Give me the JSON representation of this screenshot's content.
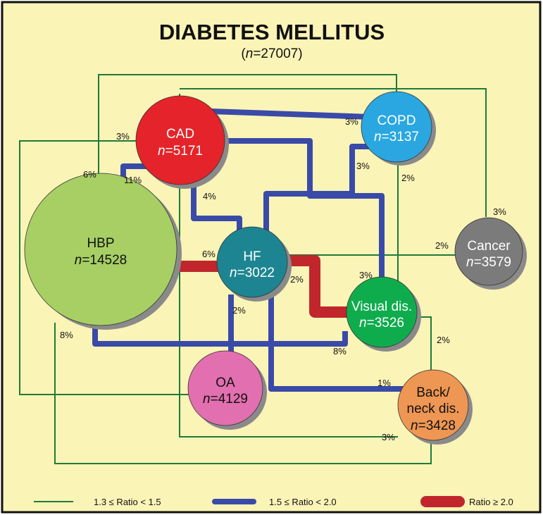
{
  "title": "DIABETES MELLITUS",
  "subtitle": {
    "prefix": "(",
    "n": "n",
    "eq": "=27007)"
  },
  "nodes": [
    {
      "id": "hbp",
      "name": "HBP",
      "n": "n",
      "count": "=14528",
      "color": "#a7cf64",
      "text_color": "#111111"
    },
    {
      "id": "cad",
      "name": "CAD",
      "n": "n",
      "count": "=5171",
      "color": "#e5232a",
      "text_color": "#ffffff"
    },
    {
      "id": "copd",
      "name": "COPD",
      "n": "n",
      "count": "=3137",
      "color": "#2aa7e1",
      "text_color": "#ffffff"
    },
    {
      "id": "hf",
      "name": "HF",
      "n": "n",
      "count": "=3022",
      "color": "#1d8591",
      "text_color": "#ffffff"
    },
    {
      "id": "cancer",
      "name": "Cancer",
      "n": "n",
      "count": "=3579",
      "color": "#7b7b7b",
      "text_color": "#ffffff"
    },
    {
      "id": "visual",
      "name": "Visual dis.",
      "n": "n",
      "count": "=3526",
      "color": "#0fac4e",
      "text_color": "#ffffff"
    },
    {
      "id": "oa",
      "name": "OA",
      "n": "n",
      "count": "=4129",
      "color": "#e26faf",
      "text_color": "#111111"
    },
    {
      "id": "back",
      "name": "Back/",
      "name2": "neck dis.",
      "n": "n",
      "count": "=3428",
      "color": "#ee9653",
      "text_color": "#111111"
    }
  ],
  "edge_labels": [
    {
      "id": "l1",
      "text": "3%"
    },
    {
      "id": "l2",
      "text": "6%"
    },
    {
      "id": "l3",
      "text": "11%"
    },
    {
      "id": "l4",
      "text": "3%"
    },
    {
      "id": "l5",
      "text": "3%"
    },
    {
      "id": "l6",
      "text": "2%"
    },
    {
      "id": "l7",
      "text": "4%"
    },
    {
      "id": "l8",
      "text": "6%"
    },
    {
      "id": "l9",
      "text": "2%"
    },
    {
      "id": "l10",
      "text": "3%"
    },
    {
      "id": "l11",
      "text": "2%"
    },
    {
      "id": "l12",
      "text": "3%"
    },
    {
      "id": "l13",
      "text": "2%"
    },
    {
      "id": "l14",
      "text": "2%"
    },
    {
      "id": "l15",
      "text": "8%"
    },
    {
      "id": "l16",
      "text": "8%"
    },
    {
      "id": "l17",
      "text": "1%"
    },
    {
      "id": "l18",
      "text": "3%"
    }
  ],
  "legend": [
    {
      "id": "thin",
      "label": "1.3 ≤ Ratio < 1.5",
      "color": "#1f7a3a"
    },
    {
      "id": "medium",
      "label": "1.5 ≤ Ratio < 2.0",
      "color": "#3a4aa8"
    },
    {
      "id": "thick",
      "label": "Ratio ≥ 2.0",
      "color": "#c0262c"
    }
  ],
  "colors": {
    "background": "#fbf4b7",
    "thin": "#1f7a3a",
    "medium": "#3a4aa8",
    "thick": "#c0262c",
    "shadow": "#8a8a8a"
  }
}
